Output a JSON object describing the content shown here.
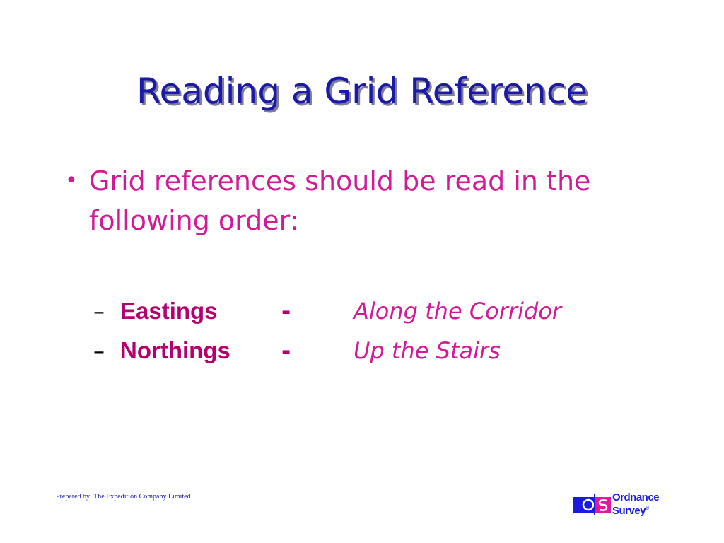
{
  "slide": {
    "title": "Reading a Grid Reference",
    "bullet": {
      "symbol": "•",
      "text": "Grid references should be read in the following order:"
    },
    "sub_items": [
      {
        "dash": "–",
        "term": "Eastings",
        "separator": "-",
        "description": "Along the Corridor"
      },
      {
        "dash": "–",
        "term": "Northings",
        "separator": "-",
        "description": "Up the Stairs"
      }
    ],
    "footer": "Prepared by:  The Expedition Company Limited",
    "logo": {
      "icon": "ordnance-survey-os-icon",
      "line1": "Ordnance",
      "line2": "Survey",
      "mark": "®"
    }
  },
  "colors": {
    "title": "#1a1aa6",
    "title_shadow": "#7f7f9a",
    "bullet_text": "#d11a96",
    "term_text": "#b3006e",
    "logo_blue": "#1a1ae0",
    "logo_magenta": "#e0189a"
  }
}
